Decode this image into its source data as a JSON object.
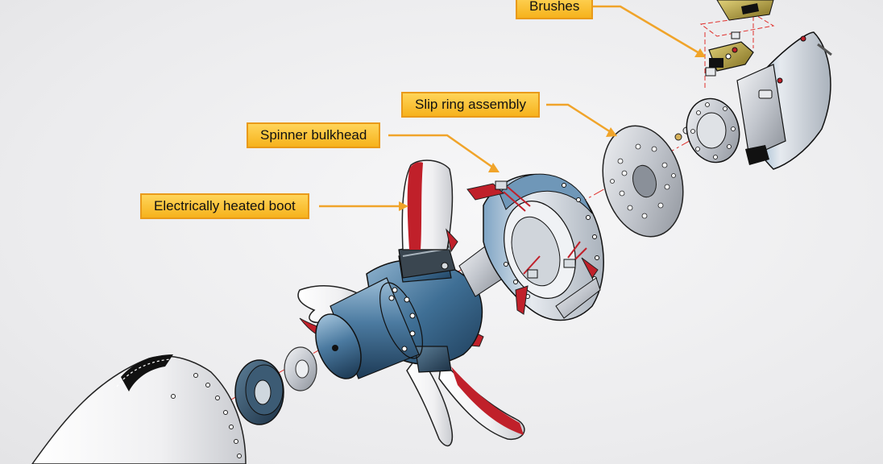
{
  "labels": {
    "brushes": "Brushes",
    "slip_ring": "Slip ring assembly",
    "spinner_bulkhead": "Spinner bulkhead",
    "heated_boot": "Electrically heated boot"
  },
  "colors": {
    "callout_fill": "#f8bf2c",
    "callout_border": "#e99a1a",
    "hub_blue": "#3f6f95",
    "boot_red": "#c0202a",
    "metal": "#c9ccd2",
    "brass": "#b9a13a",
    "centerline": "#e0302c"
  }
}
